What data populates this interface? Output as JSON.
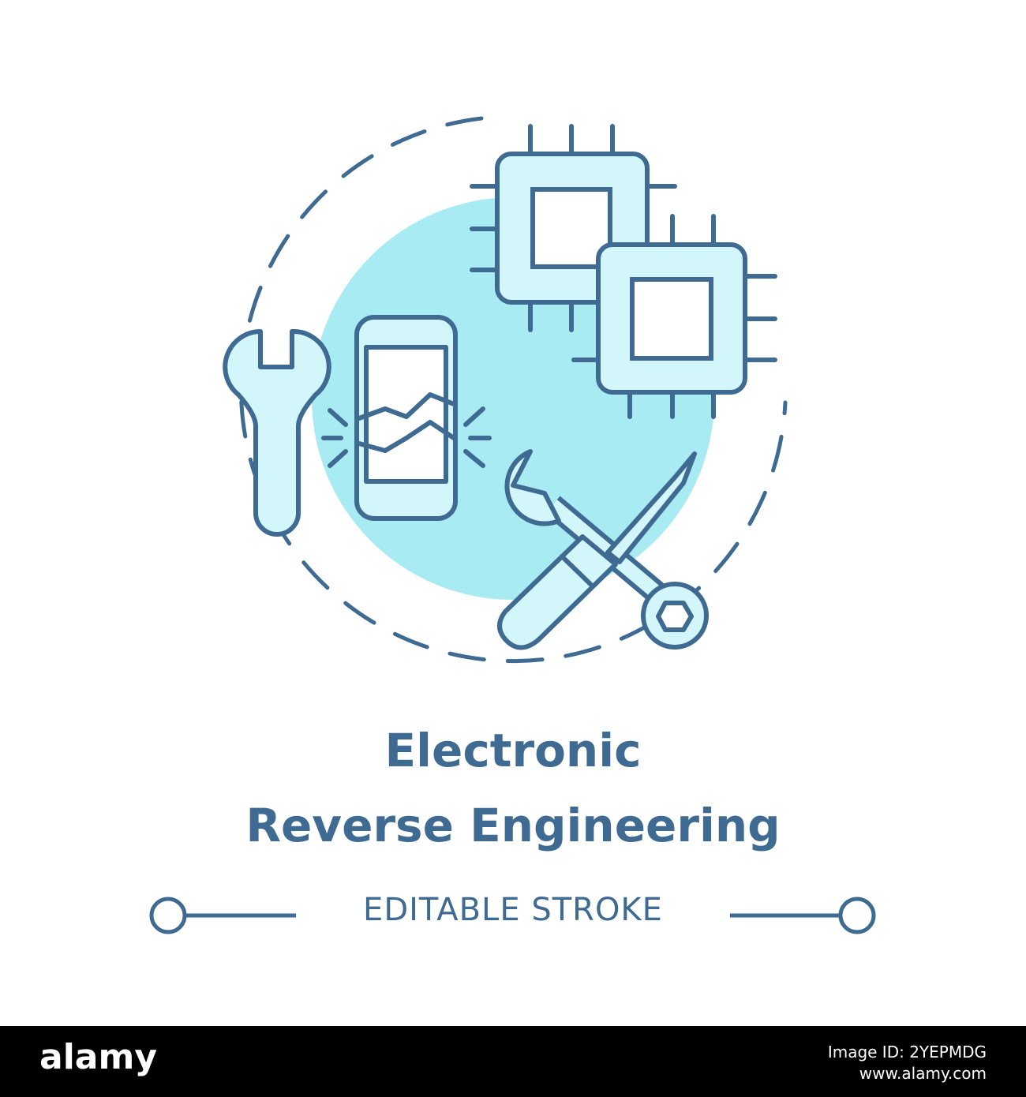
{
  "title": {
    "line1": "Electronic",
    "line2": "Reverse Engineering"
  },
  "tagline": "EDITABLE STROKE",
  "watermark": "alamy",
  "footer": {
    "brand": "alamy",
    "image_id": "Image ID: 2YEPMDG",
    "site": "www.alamy.com"
  },
  "colors": {
    "stroke": "#3f6a92",
    "fill": "#d3f6fa",
    "circle": "#a8ebf2",
    "background": "#ffffff",
    "footer": "#000000"
  },
  "icons": [
    "wrench-icon",
    "broken-phone-icon",
    "microchip-icon",
    "screwdriver-icon",
    "spanner-icon"
  ]
}
